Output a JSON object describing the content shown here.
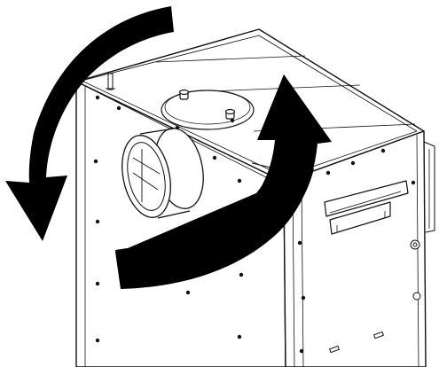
{
  "diagram": {
    "subject": "rotate-unit-illustration",
    "colors": {
      "line": "#111111",
      "fill": "#ffffff",
      "arrow": "#000000"
    },
    "rotation_arrows": [
      {
        "id": "left",
        "direction": "counter-clockwise"
      },
      {
        "id": "right",
        "direction": "clockwise"
      }
    ]
  }
}
